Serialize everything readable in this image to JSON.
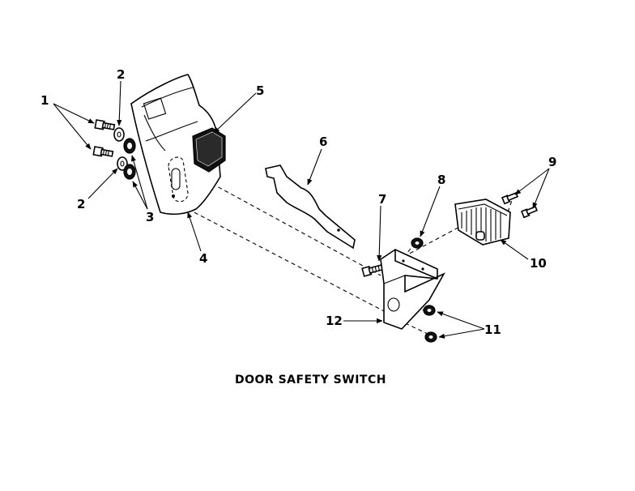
{
  "caption": "DOOR SAFETY SWITCH",
  "callouts": {
    "c1": "1",
    "c2a": "2",
    "c2b": "2",
    "c3": "3",
    "c4": "4",
    "c5": "5",
    "c6": "6",
    "c7": "7",
    "c8": "8",
    "c9": "9",
    "c10": "10",
    "c11": "11",
    "c12": "12"
  }
}
